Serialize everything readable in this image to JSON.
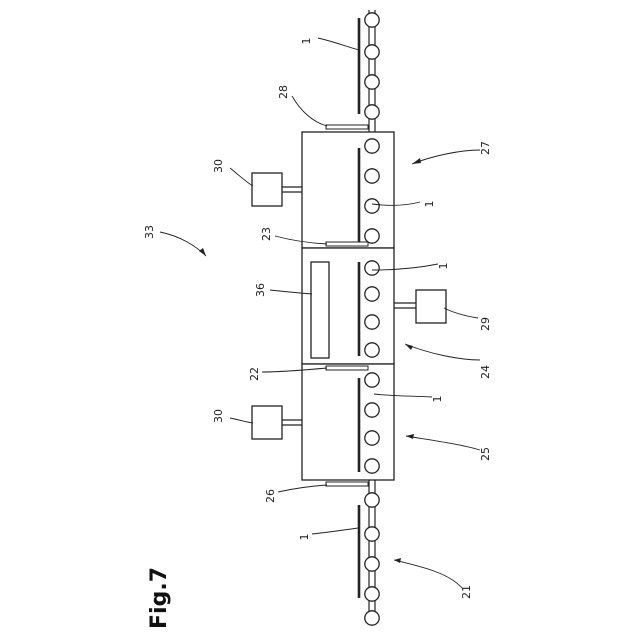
{
  "figure": {
    "label": "Fig.7",
    "refs": {
      "r1_top": "1",
      "r28": "28",
      "r27": "27",
      "r30_top": "30",
      "r1_chamber27": "1",
      "r33": "33",
      "r23": "23",
      "r1_chamber24": "1",
      "r36": "36",
      "r29": "29",
      "r22": "22",
      "r24": "24",
      "r1_chamber25": "1",
      "r30_bottom": "30",
      "r25": "25",
      "r26": "26",
      "r1_bottom": "1",
      "r21": "21"
    }
  }
}
